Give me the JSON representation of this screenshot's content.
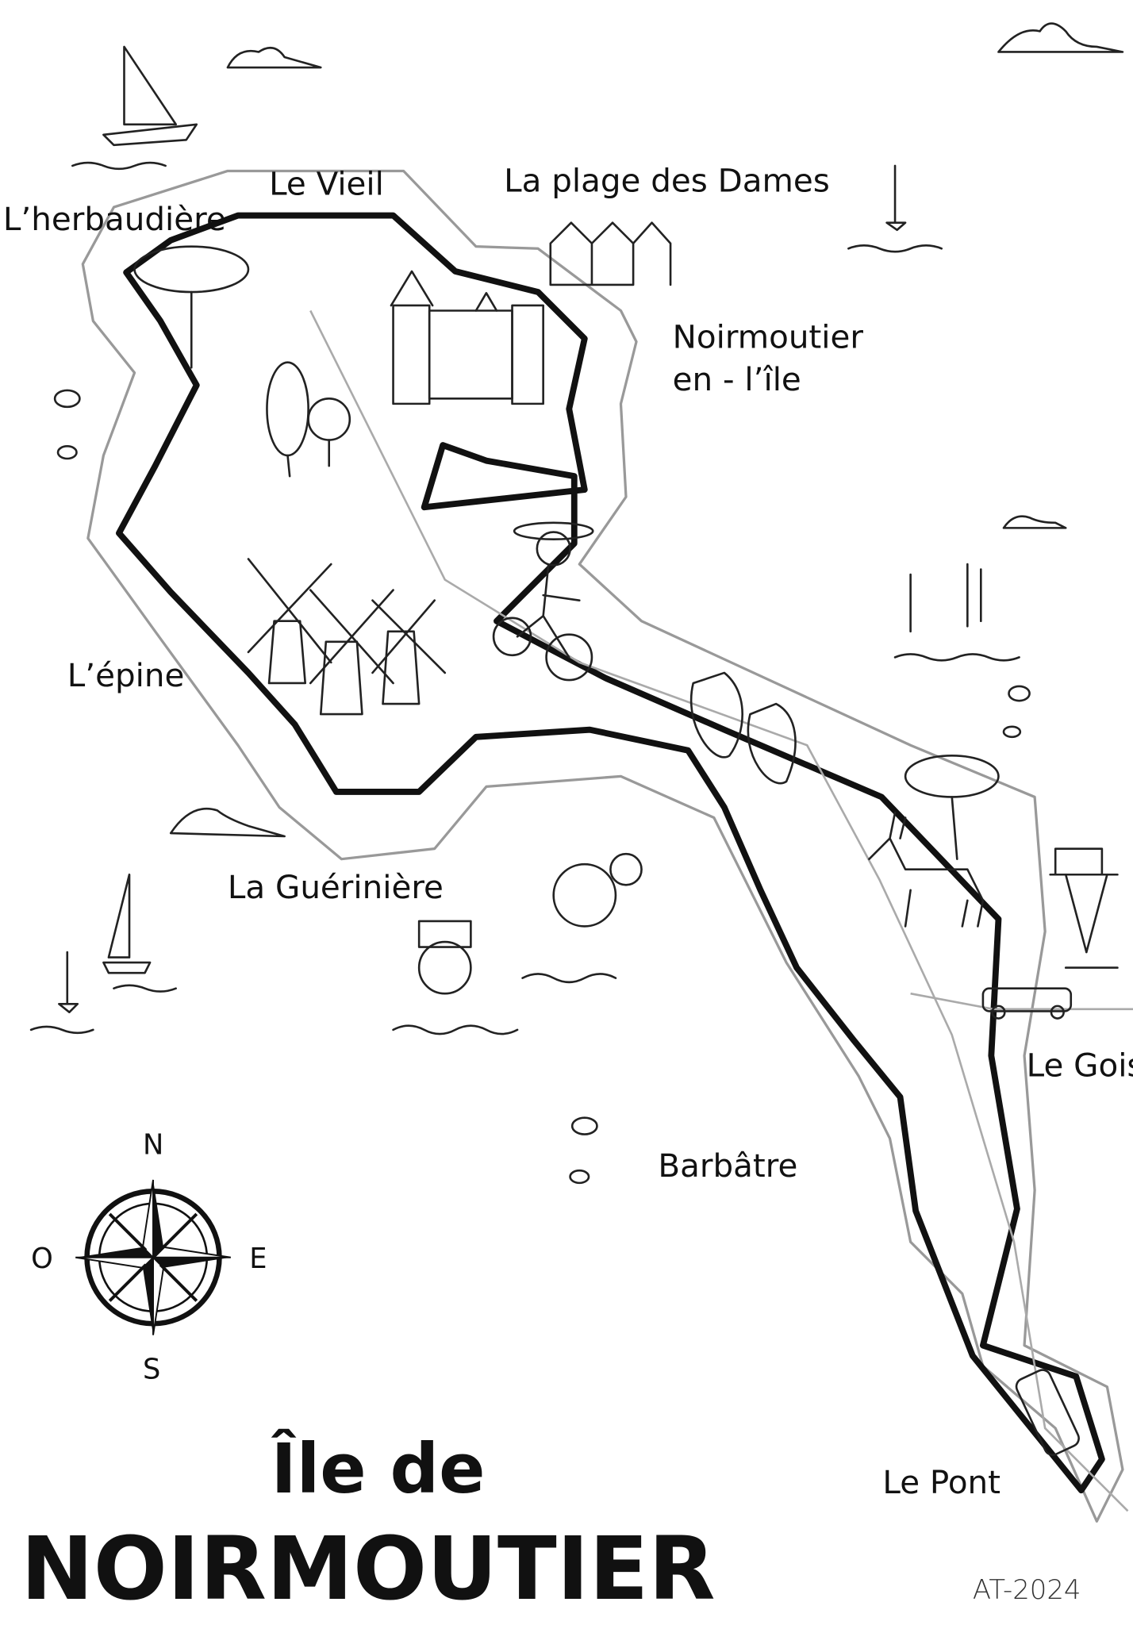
{
  "map": {
    "title_line1": "Île de",
    "title_line2": "NOIRMOUTIER",
    "signature": "AT-2024",
    "places": [
      {
        "name": "L’herbaudière"
      },
      {
        "name": "Le Vieil"
      },
      {
        "name": "La plage des Dames"
      },
      {
        "name": "Noirmoutier"
      },
      {
        "name": "en - l’île"
      },
      {
        "name": "L’épine"
      },
      {
        "name": "La Guérinière"
      },
      {
        "name": "Barbâtre"
      },
      {
        "name": "Le Gois"
      },
      {
        "name": "Le Pont"
      }
    ],
    "compass": {
      "north": "N",
      "south": "S",
      "east": "E",
      "west": "O"
    },
    "colors": {
      "ink": "#111111",
      "sea_line": "#999999",
      "background": "#ffffff"
    }
  }
}
